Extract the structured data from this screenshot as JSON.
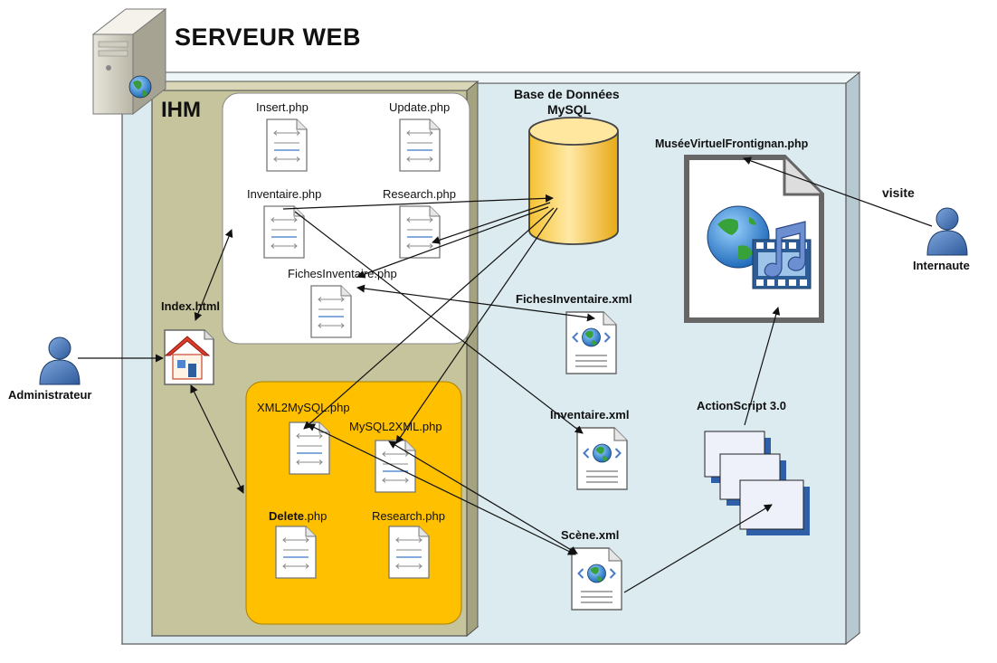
{
  "title": "SERVEUR WEB",
  "ihm_label": "IHM",
  "files": {
    "insert": "Insert.php",
    "update": "Update.php",
    "inventaire": "Inventaire.php",
    "research_top": "Research.php",
    "fiches_inventaire": "FichesInventaire.php",
    "index": "Index.html",
    "xml2mysql": "XML2MySQL.php",
    "mysql2xml": "MySQL2XML.php",
    "delete_bold": "Delete",
    "delete_ext": ".php",
    "research_bottom": "Research.php"
  },
  "database": {
    "line1": "Base de Données",
    "line2": "MySQL"
  },
  "xml_files": {
    "fiches": "FichesInventaire.xml",
    "inventaire": "Inventaire.xml",
    "scene": "Scène.xml"
  },
  "actionscript": "ActionScript 3.0",
  "musee": "MuséeVirtuelFrontignan.php",
  "visite": "visite",
  "actors": {
    "admin": "Administrateur",
    "internaute": "Internaute"
  },
  "colors": {
    "server_fill": "#dcebf0",
    "ihm_fill": "#c6c49c",
    "orange_fill": "#ffc000",
    "cylinder": "#ffd966",
    "person": "#3e6aa9"
  }
}
